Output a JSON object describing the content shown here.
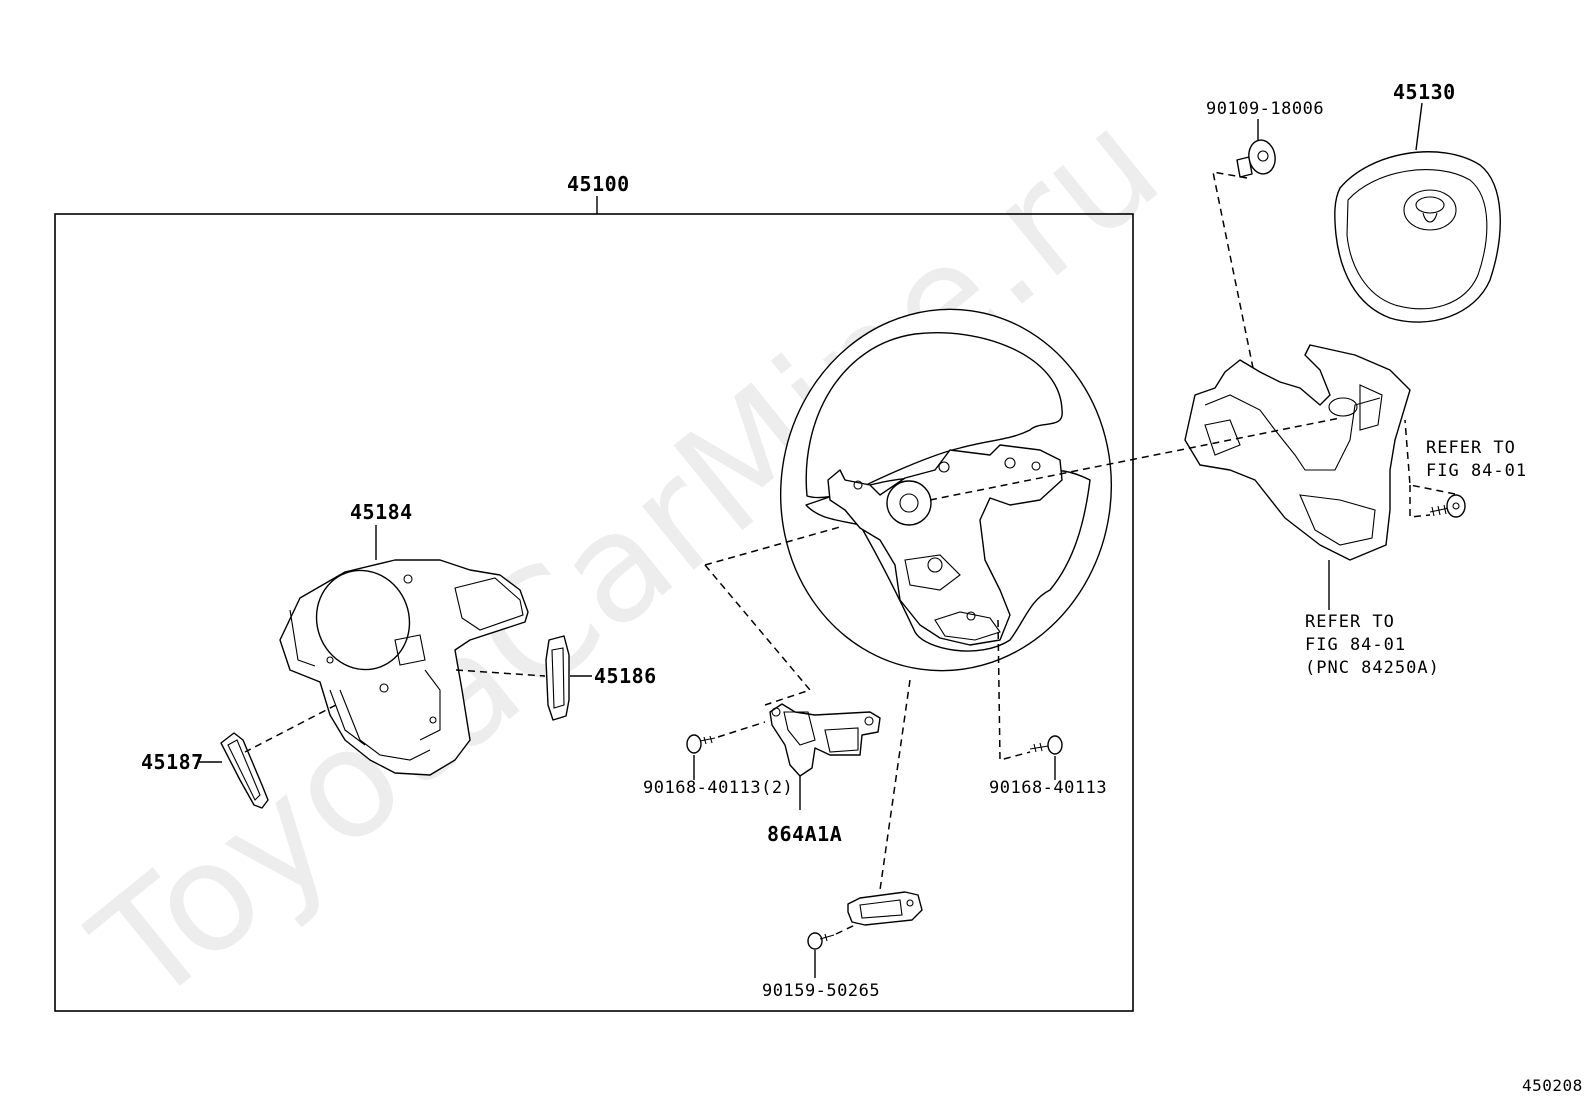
{
  "watermark": "ToyotaCarMine.ru",
  "figure_code": "450208",
  "group_label": "45100",
  "parts": {
    "p45130": "45130",
    "p90109": "90109-18006",
    "p45184": "45184",
    "p45186": "45186",
    "p45187": "45187",
    "p90168_2": "90168-40113(2)",
    "p864A1A": "864A1A",
    "p90168": "90168-40113",
    "p90159": "90159-50265"
  },
  "notes": {
    "refer_right": [
      "REFER TO",
      "FIG 84-01"
    ],
    "refer_switch": [
      "REFER TO",
      "FIG 84-01",
      "(PNC 84250A)"
    ]
  }
}
